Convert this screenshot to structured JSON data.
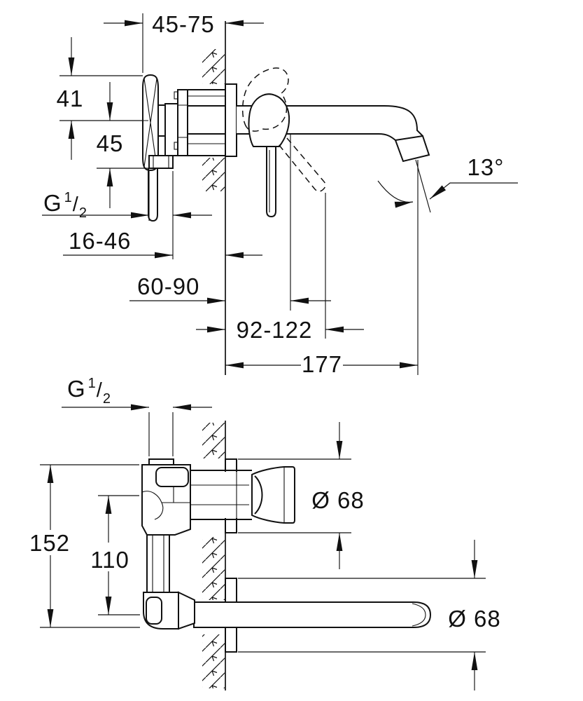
{
  "top_view": {
    "dim_wall_depth_range": "45-75",
    "dim_handle_top_to_center": "41",
    "dim_center_to_stub": "45",
    "thread": {
      "prefix": "G",
      "numerator": "1",
      "slash": "/",
      "denominator": "2"
    },
    "dim_depth_range_small": "16-46",
    "dim_depth_range_mid": "60-90",
    "dim_depth_range_large": "92-122",
    "dim_spout_projection": "177",
    "dim_spout_angle": "13°"
  },
  "bottom_view": {
    "thread": {
      "prefix": "G",
      "numerator": "1",
      "slash": "/",
      "denominator": "2"
    },
    "dim_overall_height": "152",
    "dim_center_distance": "110",
    "dim_rosette_diameter_upper": "Ø 68",
    "dim_rosette_diameter_lower": "Ø 68"
  }
}
